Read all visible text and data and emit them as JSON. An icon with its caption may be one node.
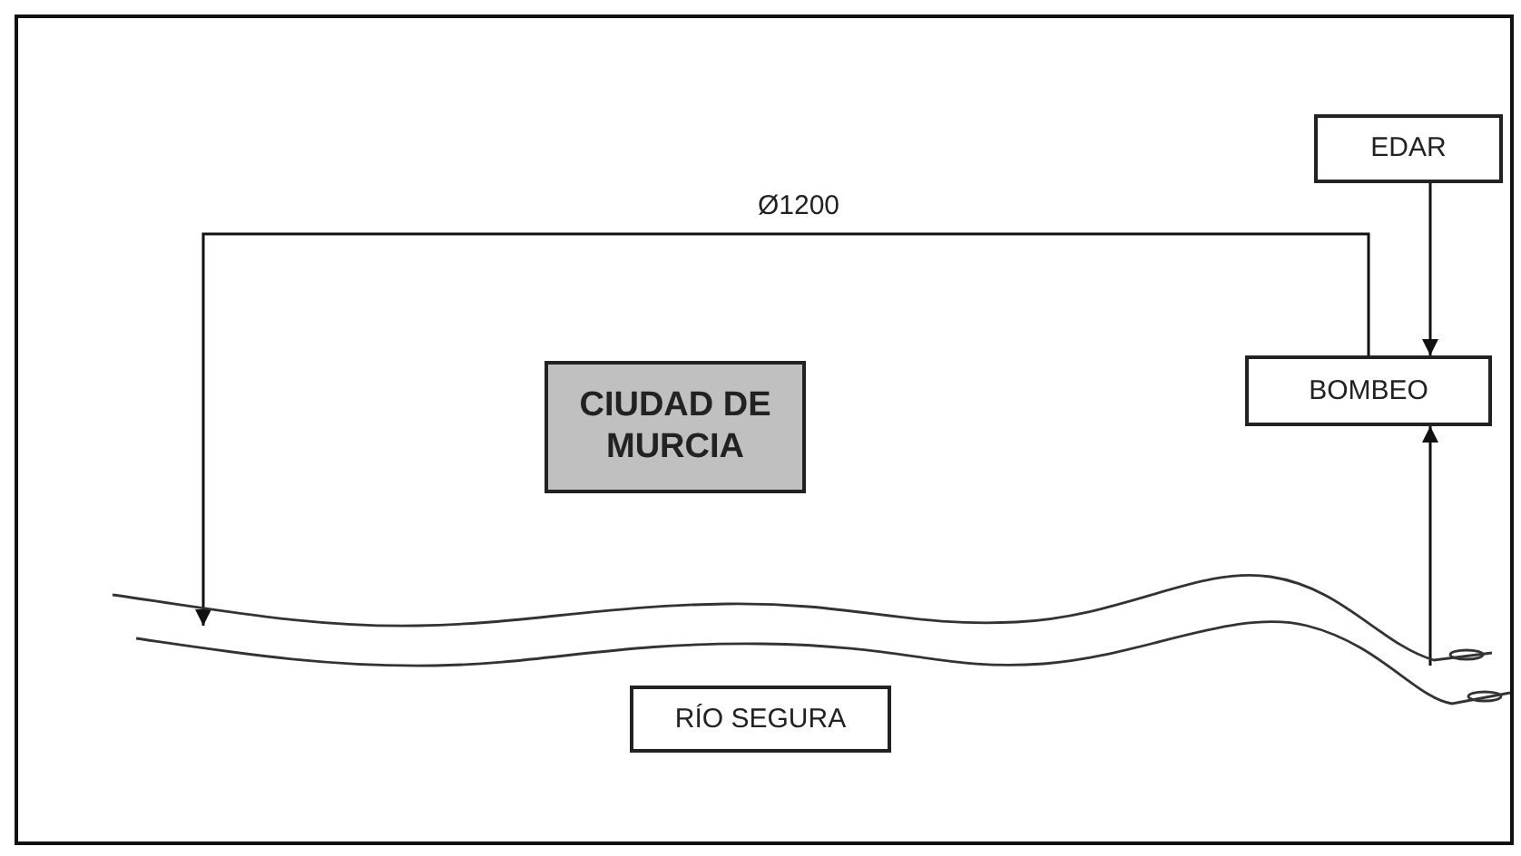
{
  "diagram": {
    "nodes": [
      {
        "text": [
          "EDAR"
        ]
      },
      {
        "text": [
          "BOMBEO"
        ]
      },
      {
        "text": [
          "CIUDAD DE MURCIA"
        ]
      },
      {
        "text": [],
        "shape": "picture"
      },
      {
        "text": [
          "RÍO SEGURA"
        ]
      }
    ],
    "edges": [
      {
        "from": 0,
        "to": 1,
        "arrow": "to"
      },
      {
        "from": 3,
        "to": 1,
        "arrow": "to"
      },
      {
        "from": 1,
        "to": 3,
        "arrow": "to",
        "label": "Ø1200"
      }
    ]
  }
}
